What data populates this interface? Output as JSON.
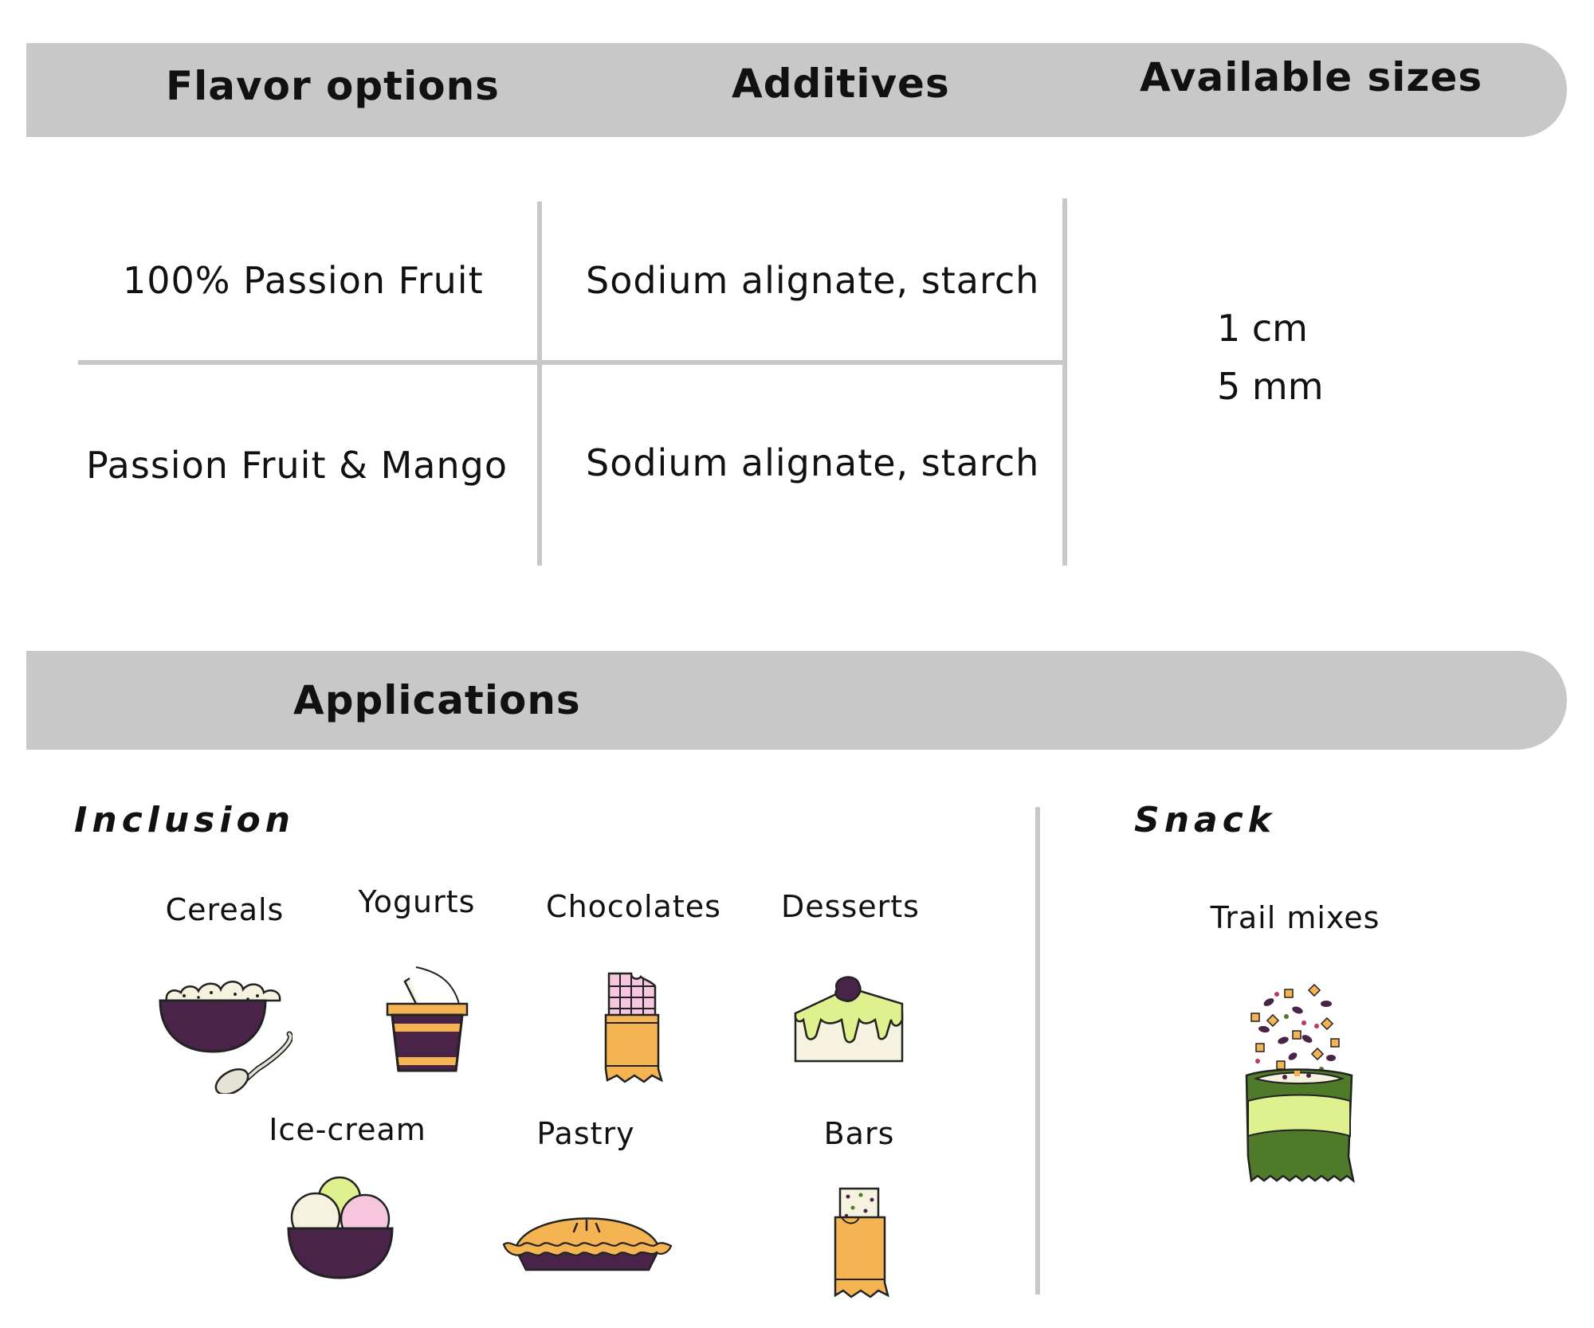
{
  "header": {
    "flavor_title": "Flavor options",
    "additives_title": "Additives",
    "sizes_title": "Available sizes"
  },
  "rows": [
    {
      "flavor": "100% Passion Fruit",
      "additives": "Sodium alignate, starch"
    },
    {
      "flavor": "Passion Fruit & Mango",
      "additives": "Sodium alignate, starch"
    }
  ],
  "sizes": [
    "1 cm",
    "5 mm"
  ],
  "applications": {
    "title": "Applications",
    "inclusion": {
      "title": "Inclusion",
      "items": [
        {
          "label": "Cereals",
          "icon": "cereal-bowl-icon"
        },
        {
          "label": "Yogurts",
          "icon": "yogurt-cup-icon"
        },
        {
          "label": "Chocolates",
          "icon": "chocolate-bar-icon"
        },
        {
          "label": "Desserts",
          "icon": "cake-slice-icon"
        },
        {
          "label": "Ice-cream",
          "icon": "ice-cream-bowl-icon"
        },
        {
          "label": "Pastry",
          "icon": "pie-icon"
        },
        {
          "label": "Bars",
          "icon": "snack-bar-icon"
        }
      ]
    },
    "snack": {
      "title": "Snack",
      "items": [
        {
          "label": "Trail mixes",
          "icon": "trail-mix-bag-icon"
        }
      ]
    }
  },
  "colors": {
    "band": "#c8c8c8",
    "purple": "#4a2448",
    "orange": "#f5b452",
    "lime": "#dff08e",
    "green": "#4e7a2a",
    "pink": "#f6c6de",
    "cream": "#f5f2e0"
  }
}
